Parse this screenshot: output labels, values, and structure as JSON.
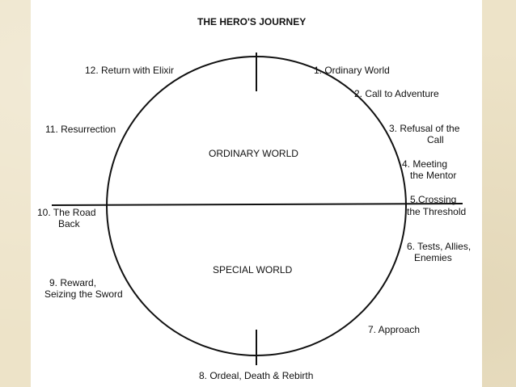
{
  "title": "THE HERO'S JOURNEY",
  "regions": {
    "upper": "ORDINARY WORLD",
    "lower": "SPECIAL WORLD"
  },
  "stages": {
    "s1": "1.  Ordinary World",
    "s2": "2. Call to Adventure",
    "s3_line1": "3. Refusal of the",
    "s3_line2": "Call",
    "s4_line1": "4. Meeting",
    "s4_line2": "the Mentor",
    "s5_line1": "5.Crossing",
    "s5_line2": "the Threshold",
    "s6_line1": "6. Tests, Allies,",
    "s6_line2": "Enemies",
    "s7": "7. Approach",
    "s8": "8. Ordeal, Death & Rebirth",
    "s9_line1": "9. Reward,",
    "s9_line2": "Seizing the Sword",
    "s10_line1": "10. The Road",
    "s10_line2": "Back",
    "s11": "11. Resurrection",
    "s12": "12. Return with Elixir"
  },
  "colors": {
    "ink": "#111111",
    "paper": "#ffffff",
    "background": "#ede3c8"
  }
}
